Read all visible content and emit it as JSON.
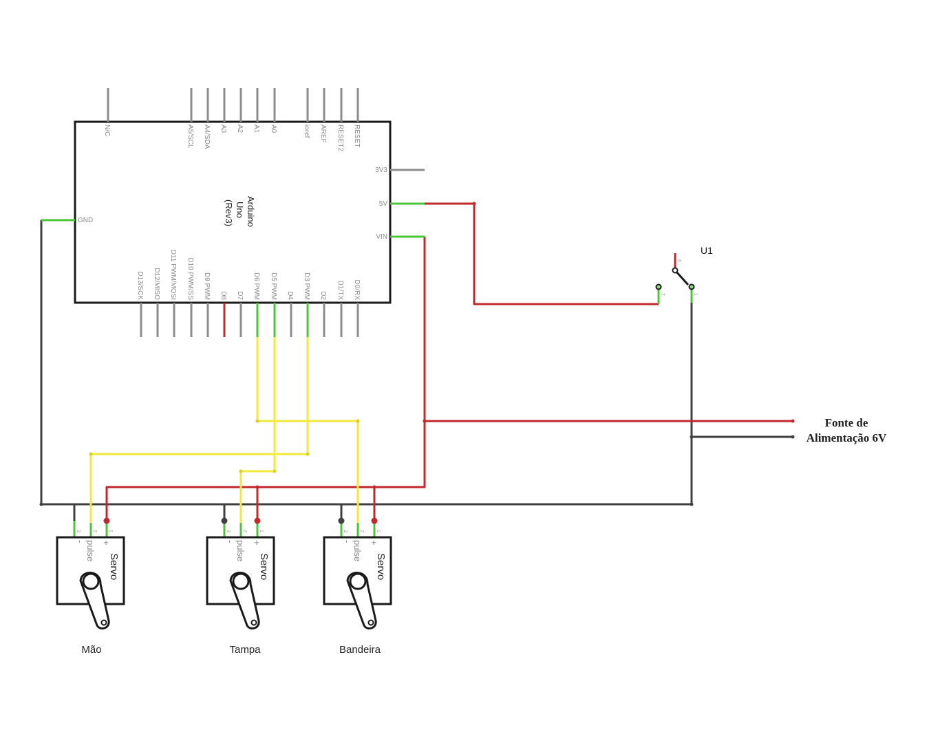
{
  "arduino": {
    "title_lines": [
      "Arduino",
      "Uno",
      "(Rev3)"
    ],
    "top_pins": [
      "N/C",
      "A5/SCL",
      "A4/SDA",
      "A3",
      "A2",
      "A1",
      "A0",
      "ioref",
      "AREF",
      "RESET2",
      "RESET"
    ],
    "bottom_pins": [
      "D13/SCK",
      "D12/MISO",
      "D11 PWM/MOSI",
      "D10 PWM/SS",
      "D9 PWM",
      "D8",
      "D7",
      "D6 PWM",
      "D5 PWM",
      "D4",
      "D3 PWM",
      "D2",
      "D1/TX",
      "D0/RX"
    ],
    "left_pin": "GND",
    "right_pins": [
      "3V3",
      "5V",
      "VIN"
    ]
  },
  "switch": {
    "label": "U1",
    "pin_numbers": [
      "6",
      "7",
      "1"
    ]
  },
  "power_supply": {
    "lines": [
      "Fonte de",
      "Alimentação 6V"
    ]
  },
  "servos": [
    {
      "name": "Mão",
      "part_label": "Servo",
      "pin_labels": [
        "-",
        "pulse",
        "+"
      ],
      "pin_numbers": [
        "3",
        "2",
        "1"
      ]
    },
    {
      "name": "Tampa",
      "part_label": "Servo",
      "pin_labels": [
        "-",
        "pulse",
        "+"
      ],
      "pin_numbers": [
        "3",
        "2",
        "1"
      ]
    },
    {
      "name": "Bandeira",
      "part_label": "Servo",
      "pin_labels": [
        "-",
        "pulse",
        "+"
      ],
      "pin_numbers": [
        "3",
        "2",
        "1"
      ]
    }
  ],
  "colors": {
    "wire_red": "#c0282d",
    "wire_yellow": "#f2ea3b",
    "wire_dark": "#404040",
    "pin_gray": "#8c8c8c",
    "pin_green": "#4cc43a",
    "board_stroke": "#1a1a1a"
  }
}
